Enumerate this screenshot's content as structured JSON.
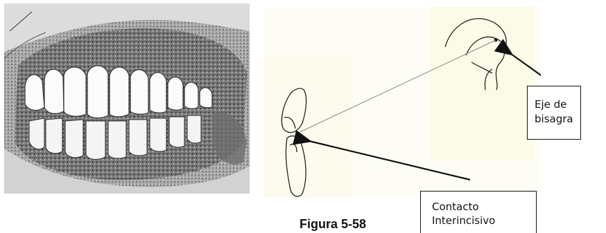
{
  "figure": {
    "caption": "Figura 5-58"
  },
  "labels": {
    "hinge_axis": [
      "Eje de",
      "bisagra"
    ],
    "incisal_contact": [
      "Contacto",
      "Interincisivo"
    ]
  },
  "colors": {
    "ink": "#111111",
    "paper": "#fcfbe8",
    "photo_dark": "#3a3a3a",
    "photo_mid": "#8a8a8a"
  }
}
